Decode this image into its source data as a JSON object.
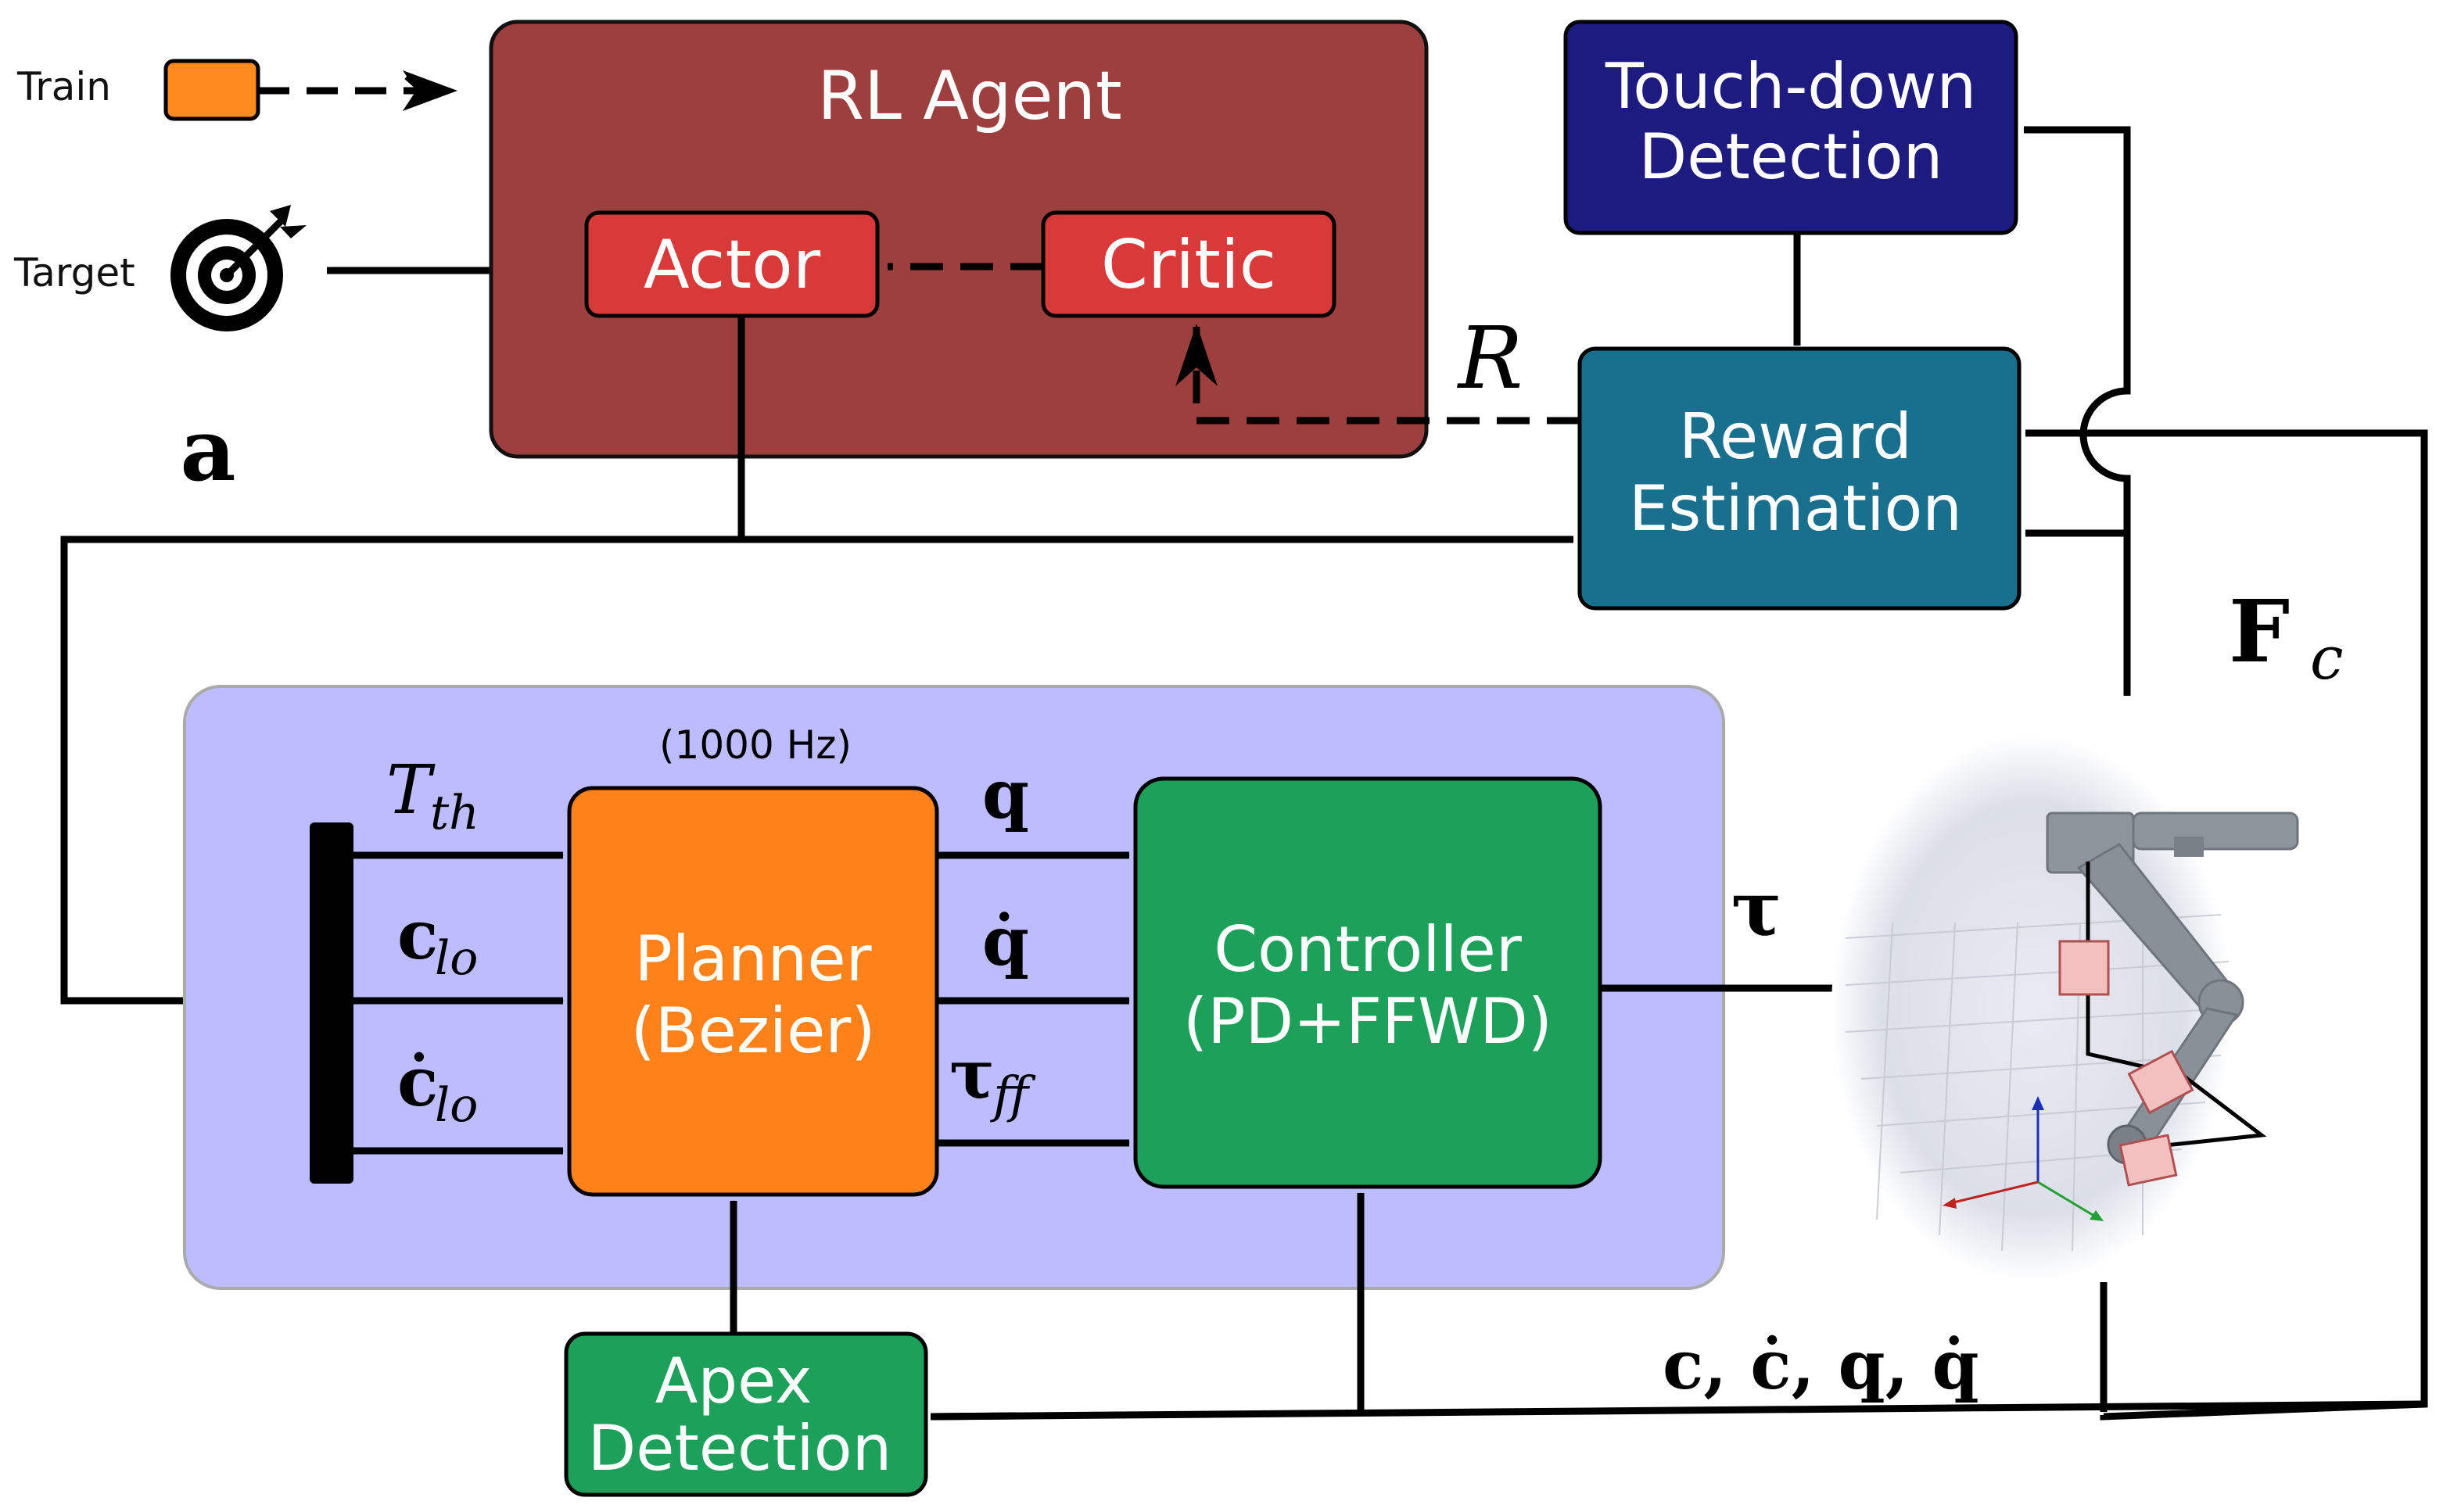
{
  "colors": {
    "agent": "#9e3f3f",
    "actor_critic": "#d83a3a",
    "touchdown": "#1d1a80",
    "reward": "#196f8e",
    "lowlevel_panel": "#bcbcff",
    "planner": "#ff8119",
    "controller": "#1da05a",
    "apex": "#1da05a",
    "train_legend": "#ff8a1e"
  },
  "legend": {
    "train": "Train",
    "target": "Target"
  },
  "blocks": {
    "rl_agent": "RL Agent",
    "actor": "Actor",
    "critic": "Critic",
    "touchdown_line1": "Touch-down",
    "touchdown_line2": "Detection",
    "reward_line1": "Reward",
    "reward_line2": "Estimation",
    "planner_rate": "(1000 Hz)",
    "planner_line1": "Planner",
    "planner_line2": "(Bezier)",
    "controller_line1": "Controller",
    "controller_line2": "(PD+FFWD)",
    "apex_line1": "Apex",
    "apex_line2": "Detection"
  },
  "signals": {
    "reward_signal": "R",
    "action": "a",
    "contact_force_main": "F",
    "contact_force_sub": "c",
    "t_th_main": "T",
    "t_th_sub": "th",
    "c_lo_main": "c",
    "c_lo_sub": "lo",
    "cdot_lo_main": "ċ",
    "cdot_lo_sub": "lo",
    "q": "q",
    "qdot": "q̇",
    "tau_ff_main": "τ",
    "tau_ff_sub": "ff",
    "tau": "τ",
    "feedback": "c, ċ, q, q̇"
  },
  "icons": [
    "target-icon",
    "robot-leg-image"
  ]
}
